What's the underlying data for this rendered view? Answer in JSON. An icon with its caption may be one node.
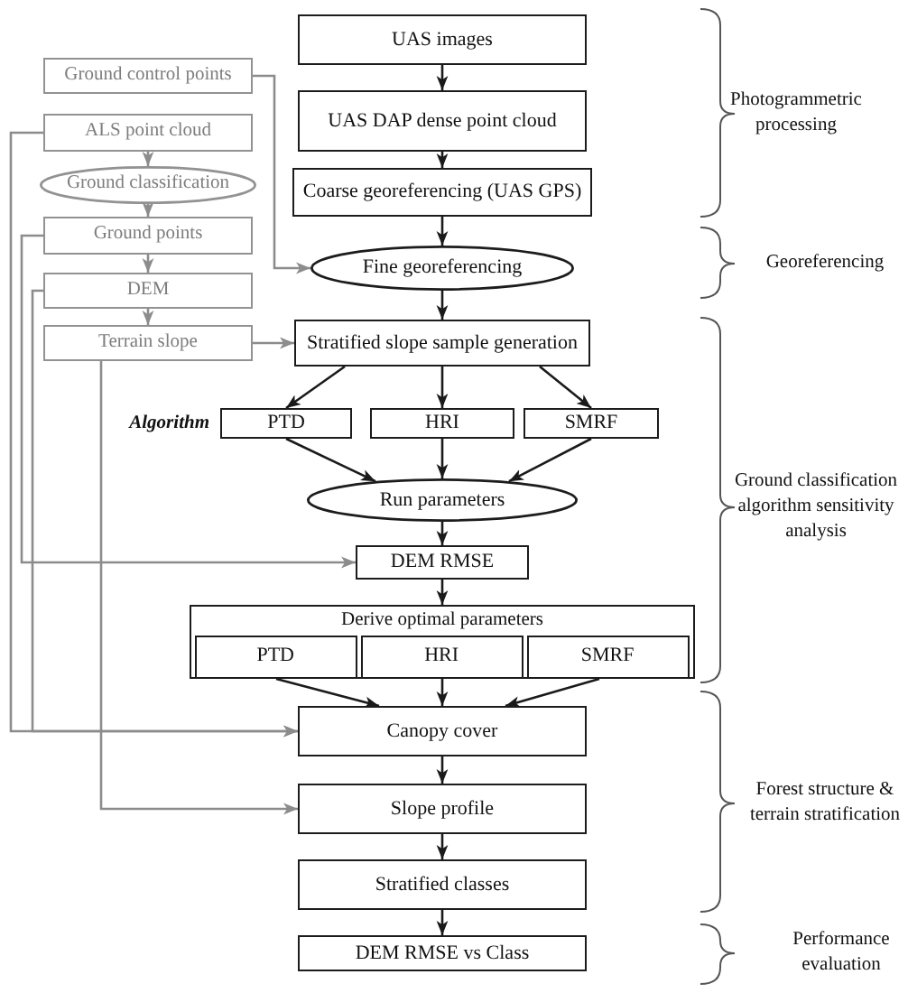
{
  "diagram": {
    "nodes": [
      {
        "text": [
          "UAS images"
        ]
      },
      {
        "text": [
          "Ground control points"
        ]
      },
      {
        "text": [
          "UAS DAP dense point cloud"
        ]
      },
      {
        "text": [
          "ALS point cloud"
        ]
      },
      {
        "text": [
          "Ground classification"
        ]
      },
      {
        "text": [
          "Coarse georeferencing (UAS GPS)"
        ]
      },
      {
        "text": [
          "Ground points"
        ]
      },
      {
        "text": [
          "Fine georeferencing"
        ]
      },
      {
        "text": [
          "DEM"
        ]
      },
      {
        "text": [
          "Terrain slope"
        ]
      },
      {
        "text": [
          "Stratified slope sample generation"
        ]
      },
      {
        "text": [
          "PTD"
        ]
      },
      {
        "text": [
          "HRI"
        ]
      },
      {
        "text": [
          "SMRF"
        ]
      },
      {
        "text": [
          "Run parameters"
        ]
      },
      {
        "text": [
          "DEM RMSE"
        ]
      },
      {
        "text": [
          "Derive optimal parameters"
        ]
      },
      {
        "text": [
          "PTD"
        ],
        "in": 16
      },
      {
        "text": [
          "HRI"
        ],
        "in": 16
      },
      {
        "text": [
          "SMRF"
        ],
        "in": 16
      },
      {
        "text": [
          "Canopy cover"
        ]
      },
      {
        "text": [
          "Slope profile"
        ]
      },
      {
        "text": [
          "Stratified classes"
        ]
      },
      {
        "text": [
          "DEM RMSE vs Class"
        ]
      }
    ],
    "edges": [
      {
        "from": 0,
        "to": 2,
        "arrow": "to"
      },
      {
        "from": 2,
        "to": 5,
        "arrow": "to"
      },
      {
        "from": 5,
        "to": 7,
        "arrow": "to"
      },
      {
        "from": 1,
        "to": 7,
        "arrow": "to",
        "color": "#8c8c8c"
      },
      {
        "from": 3,
        "to": 4,
        "arrow": "to",
        "color": "#8c8c8c"
      },
      {
        "from": 4,
        "to": 6,
        "arrow": "to",
        "color": "#8c8c8c"
      },
      {
        "from": 6,
        "to": 8,
        "arrow": "to",
        "color": "#8c8c8c"
      },
      {
        "from": 8,
        "to": 9,
        "arrow": "to",
        "color": "#8c8c8c"
      },
      {
        "from": 7,
        "to": 10,
        "arrow": "to"
      },
      {
        "from": 9,
        "to": 10,
        "arrow": "to",
        "color": "#8c8c8c"
      },
      {
        "from": 10,
        "to": 11,
        "arrow": "to"
      },
      {
        "from": 10,
        "to": 12,
        "arrow": "to"
      },
      {
        "from": 10,
        "to": 13,
        "arrow": "to"
      },
      {
        "from": 11,
        "to": 14,
        "arrow": "to"
      },
      {
        "from": 12,
        "to": 14,
        "arrow": "to"
      },
      {
        "from": 13,
        "to": 14,
        "arrow": "to"
      },
      {
        "from": 14,
        "to": 15,
        "arrow": "to"
      },
      {
        "from": 3,
        "to": 20,
        "arrow": "to",
        "color": "#8c8c8c"
      },
      {
        "from": 6,
        "to": 15,
        "arrow": "to",
        "color": "#8c8c8c"
      },
      {
        "from": 8,
        "to": 20,
        "arrow": "to",
        "color": "#8c8c8c"
      },
      {
        "from": 9,
        "to": 21,
        "arrow": "to",
        "color": "#8c8c8c"
      },
      {
        "from": 15,
        "to": 16,
        "arrow": "to"
      },
      {
        "from": 17,
        "to": 20,
        "arrow": "to"
      },
      {
        "from": 18,
        "to": 20,
        "arrow": "to"
      },
      {
        "from": 19,
        "to": 20,
        "arrow": "to"
      },
      {
        "from": 20,
        "to": 21,
        "arrow": "to"
      },
      {
        "from": 21,
        "to": 22,
        "arrow": "to"
      },
      {
        "from": 22,
        "to": 23,
        "arrow": "to"
      }
    ],
    "labels": [
      "Photogrammetric processing",
      "Georeferencing",
      "Algorithm",
      "Ground classification algorithm sensitivity analysis",
      "Forest structure & terrain stratification",
      "Performance evaluation"
    ]
  }
}
